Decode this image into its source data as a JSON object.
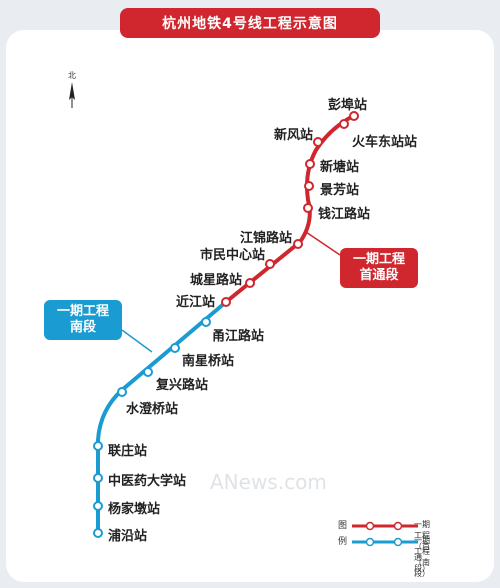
{
  "title": "杭州地铁4号线工程示意图",
  "compass_label": "北",
  "colors": {
    "red": "#d0262e",
    "blue": "#1a9bd2",
    "title_bg": "#d0262e"
  },
  "callouts": {
    "red": {
      "line1": "一期工程",
      "line2": "首通段"
    },
    "blue": {
      "line1": "一期工程",
      "line2": "南段"
    }
  },
  "stations": [
    {
      "name": "彭埠站",
      "segment": "red"
    },
    {
      "name": "火车东站站",
      "segment": "red"
    },
    {
      "name": "新风站",
      "segment": "red"
    },
    {
      "name": "新塘站",
      "segment": "red"
    },
    {
      "name": "景芳站",
      "segment": "red"
    },
    {
      "name": "钱江路站",
      "segment": "red"
    },
    {
      "name": "江锦路站",
      "segment": "red"
    },
    {
      "name": "市民中心站",
      "segment": "red"
    },
    {
      "name": "城星路站",
      "segment": "red"
    },
    {
      "name": "近江站",
      "segment": "red"
    },
    {
      "name": "甬江路站",
      "segment": "blue"
    },
    {
      "name": "南星桥站",
      "segment": "blue"
    },
    {
      "name": "复兴路站",
      "segment": "blue"
    },
    {
      "name": "水澄桥站",
      "segment": "blue"
    },
    {
      "name": "联庄站",
      "segment": "blue"
    },
    {
      "name": "中医药大学站",
      "segment": "blue"
    },
    {
      "name": "杨家墩站",
      "segment": "blue"
    },
    {
      "name": "浦沿站",
      "segment": "blue"
    }
  ],
  "legend": {
    "label_top": "图",
    "label_bottom": "例",
    "red_text": "一期工程（首通段）",
    "blue_text": "一期工程（南段）"
  },
  "watermark": "ANews.com"
}
